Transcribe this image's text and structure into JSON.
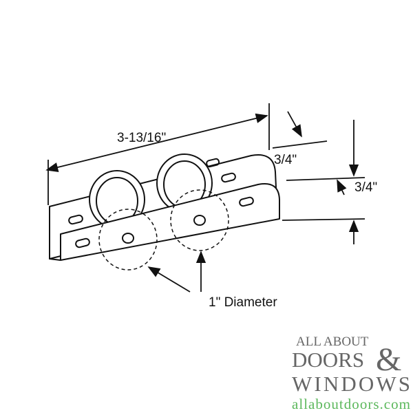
{
  "dimensions": {
    "length": "3-13/16\"",
    "top_width": "3/4\"",
    "height": "3/4\"",
    "wheel_diameter": "1\" Diameter"
  },
  "logo": {
    "line1": "ALL ABOUT",
    "line2": "DOORS",
    "ampersand": "&",
    "line3": "WINDOWS",
    "url": "allaboutdoors.com"
  },
  "colors": {
    "logo_text": "#666666",
    "logo_url": "#5cb85c",
    "line": "#111111"
  }
}
